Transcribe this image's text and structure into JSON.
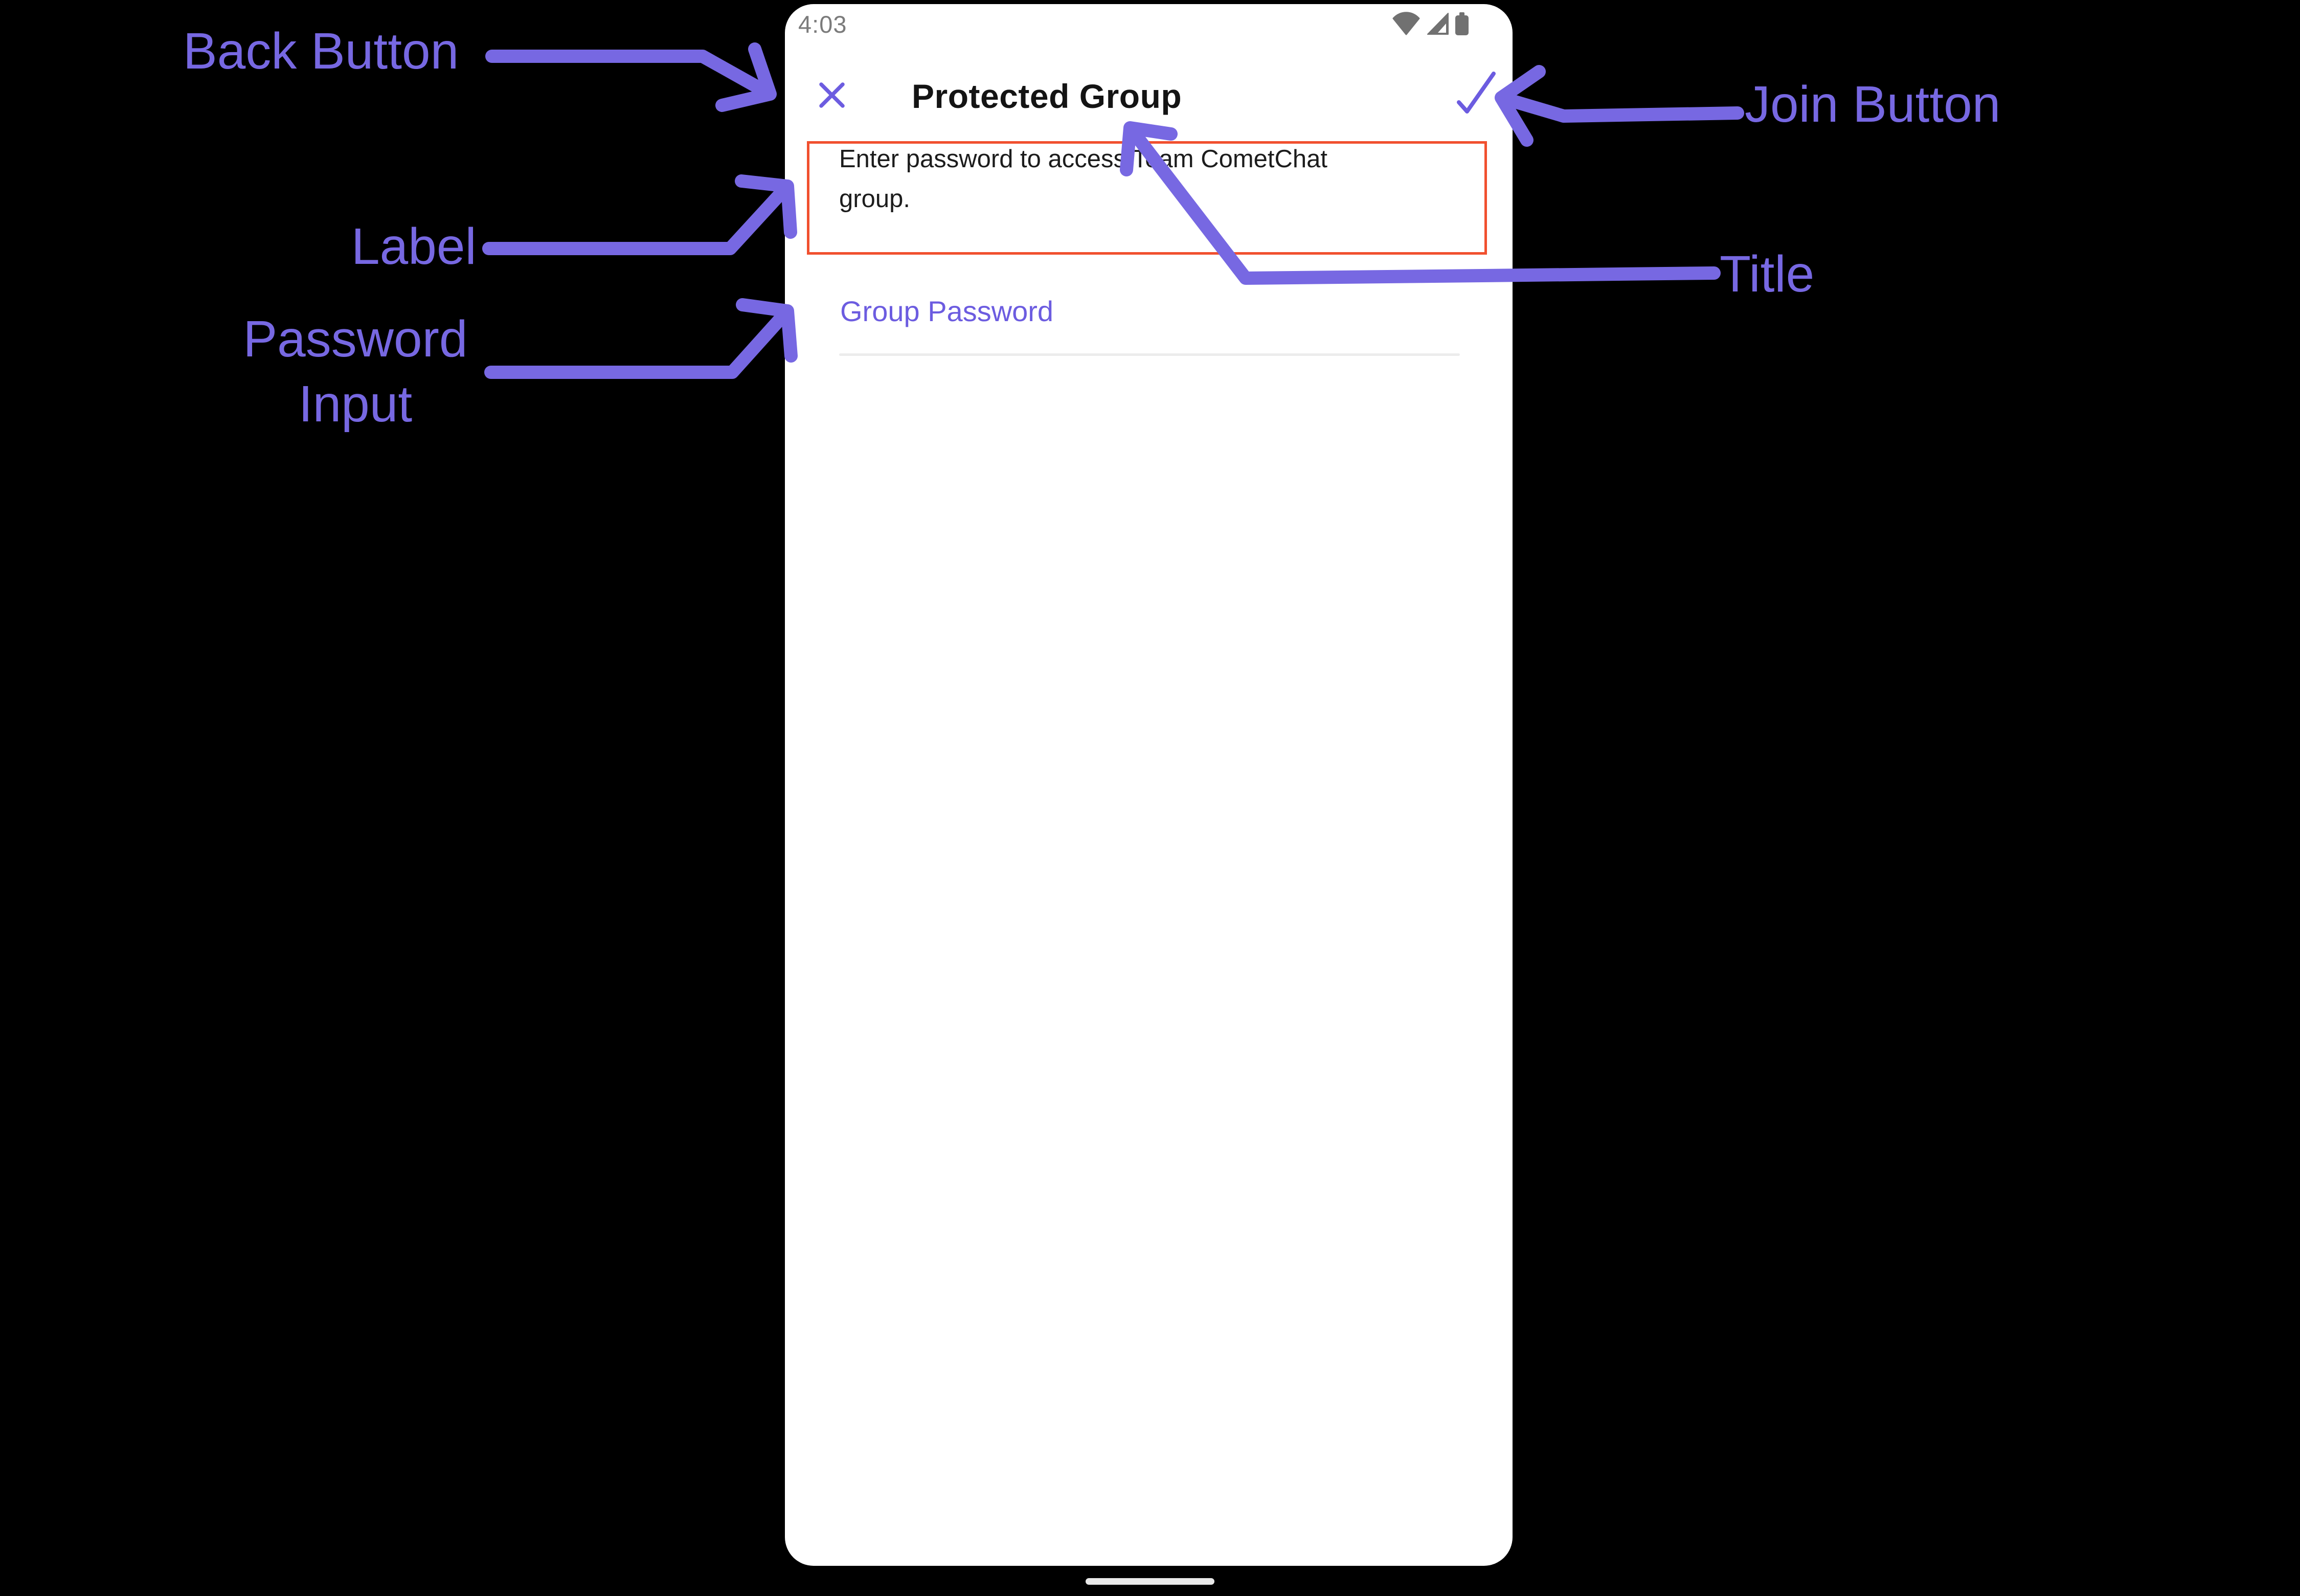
{
  "colors": {
    "annotation_purple": "#7768E2",
    "app_accent": "#6C5CE0",
    "highlight_red": "#F1502F",
    "status_gray": "#757575",
    "home_indicator": "#E8E8E8"
  },
  "annotations": {
    "back_button_label": "Back Button",
    "join_button_label": "Join Button",
    "label_label": "Label",
    "title_label": "Title",
    "password_input_label_line1": "Password",
    "password_input_label_line2": "Input"
  },
  "phone": {
    "status_bar": {
      "time": "4:03",
      "icons": [
        "wifi-icon",
        "cell-signal-icon",
        "battery-icon"
      ]
    },
    "header": {
      "back_icon": "x-close-icon",
      "title": "Protected Group",
      "join_icon": "checkmark-icon"
    },
    "password_prompt": {
      "line1": "Enter password to access Team CometChat",
      "line2": "group."
    },
    "password_field": {
      "label": "Group Password"
    }
  }
}
